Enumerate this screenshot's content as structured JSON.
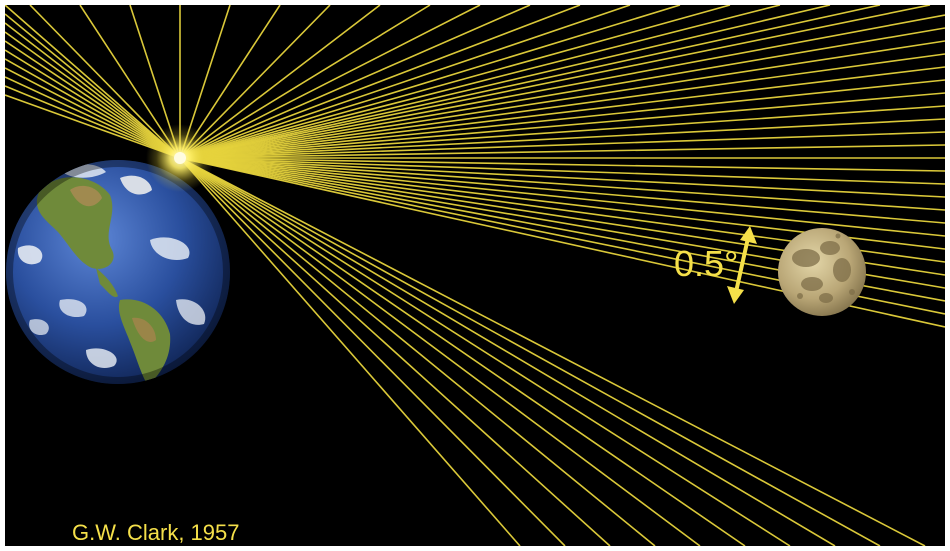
{
  "figure": {
    "angle_label": "0.5°",
    "credit": "G.W. Clark, 1957",
    "colors": {
      "background": "#000000",
      "rays": "#e6d33c",
      "text": "#f5e04a",
      "ocean": "#2a4f9e",
      "land": "#6f8a3a",
      "moon": "#b9a676"
    },
    "objects": {
      "earth": "earth-globe",
      "moon": "full-moon",
      "source": "point-source-glow",
      "marker": "double-headed-arrow"
    }
  }
}
